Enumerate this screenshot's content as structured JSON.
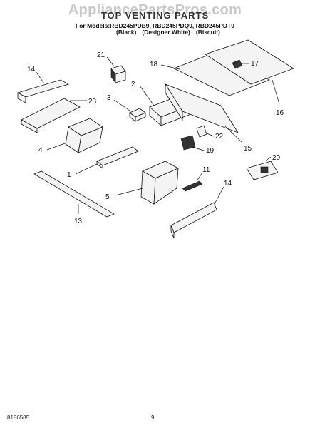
{
  "watermark": "AppliancePartsPros.com",
  "title": "TOP VENTING PARTS",
  "models_line": "For Models:RBD245PDB9, RBD245PDQ9, RBD245PDT9",
  "finishes": [
    "(Black)",
    "(Designer White)",
    "(Biscuit)"
  ],
  "callouts": {
    "c1": "1",
    "c2": "2",
    "c3": "3",
    "c4": "4",
    "c5": "5",
    "c11": "11",
    "c13": "13",
    "c14a": "14",
    "c14b": "14",
    "c15": "15",
    "c16": "16",
    "c17": "17",
    "c18": "18",
    "c19": "19",
    "c20": "20",
    "c21": "21",
    "c22": "22",
    "c23": "23"
  },
  "footer": {
    "doc_number": "8186585",
    "page_number": "9"
  }
}
